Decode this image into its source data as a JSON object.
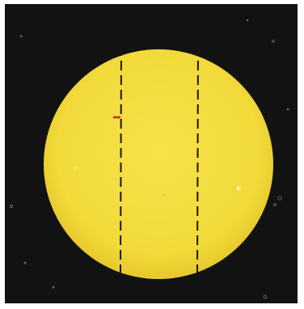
{
  "colors": {
    "background": "#121212",
    "disc": "#f2da3a",
    "disc_edge": "#e3c62a",
    "dashed_lines": "#1c1608",
    "red_mark": "#b8321c",
    "speck": "#d9d6c8"
  },
  "icons": {
    "disc": "yellow-disc-shape",
    "dashed_guides": "dashed-vertical-lines",
    "mark": "red-tick-mark"
  }
}
